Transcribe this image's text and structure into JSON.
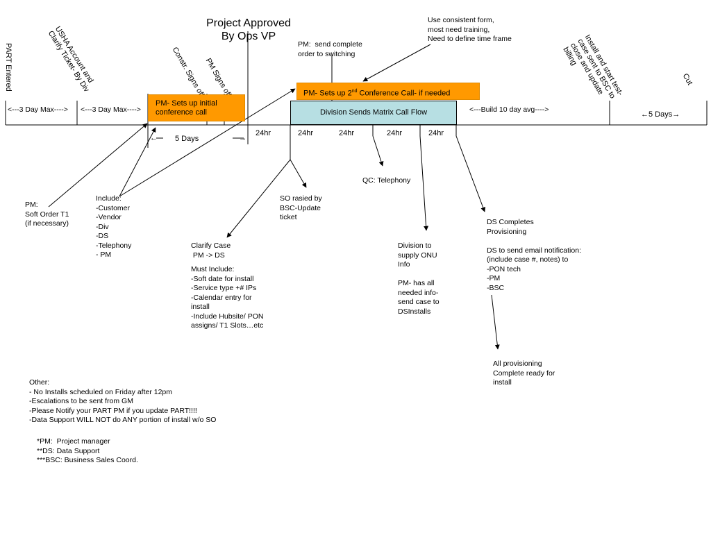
{
  "title": {
    "line1": "Project Approved",
    "line2": "By Ops VP"
  },
  "rotated_labels": {
    "part_entered": "PART Entered",
    "usha": "USHA Account and\nClarify Ticket- By Div",
    "constr": "Constr. Signs off",
    "pm_signs": "PM Signs off",
    "install": "Install and start test-\ncase sent to BSC to\nclose and update\nbilling",
    "cut": "Cut"
  },
  "boxes": {
    "pm_initial": "PM- Sets up initial\nconference call",
    "pm_second_prefix": "PM- Sets up 2",
    "pm_second_sup": "nd",
    "pm_second_suffix": " Conference Call- if needed",
    "division_matrix": "Division Sends Matrix Call Flow"
  },
  "timeline": {
    "three_day_1": "<---3 Day Max---->",
    "three_day_2": "<---3 Day Max---->",
    "five_days_left": "←",
    "five_days": "5 Days",
    "five_days_right": "→",
    "h1": "24hr",
    "h2": "24hr",
    "h3": "24hr",
    "h4": "24hr",
    "h5": "24hr",
    "build": "<---Build 10 day avg---->",
    "five_days_end": "←5 Days→"
  },
  "notes": {
    "top_consistent": "Use consistent form,\nmost need training,\nNeed to define time frame",
    "pm_send_complete": "PM:  send complete\norder to switching",
    "pm_soft_order": "PM:\nSoft Order T1\n(if necessary)",
    "include": "Include:\n-Customer\n-Vendor\n-Div\n-DS\n-Telephony\n- PM",
    "clarify_case": "Clarify Case\n PM -> DS",
    "must_include": "Must Include:\n-Soft date for install\n-Service type +# IPs\n-Calendar entry for\ninstall\n-Include Hubsite/ PON\nassigns/ T1 Slots…etc",
    "so_raised": "SO rasied by\nBSC-Update\nticket",
    "qc_telephony": "QC: Telephony",
    "division_supply": "Division to\nsupply ONU\nInfo\n\nPM- has all\nneeded info-\nsend case to\nDSInstalls",
    "ds_completes": "DS Completes\nProvisioning\n\nDS to send email notification:\n(include case #, notes) to\n-PON tech\n-PM\n-BSC",
    "all_provisioning": "All provisioning\nComplete ready for\ninstall",
    "other": "Other:\n- No Installs scheduled on Friday after 12pm\n-Escalations to be sent from GM\n-Please Notify your PART PM if you update PART!!!!\n-Data Support WILL NOT do ANY portion of install w/o SO",
    "legend": "*PM:  Project manager\n**DS: Data Support\n***BSC: Business Sales Coord."
  },
  "colors": {
    "orange": "#ff9900",
    "teal": "#b7dfe3",
    "line": "#000000"
  }
}
